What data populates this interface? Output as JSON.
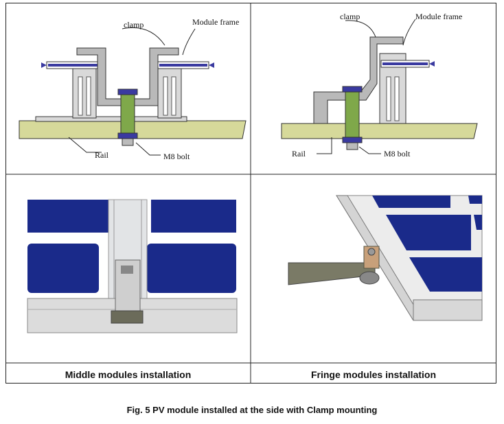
{
  "figure": {
    "caption": "Fig. 5    PV module installed at the side with Clamp mounting"
  },
  "panels": {
    "middle": {
      "label": "Middle modules installation",
      "callouts": {
        "clamp": "clamp",
        "module_frame": "Module frame",
        "rail": "Rail",
        "bolt": "M8 bolt"
      }
    },
    "fringe": {
      "label": "Fringe modules installation",
      "callouts": {
        "clamp": "clamp",
        "module_frame": "Module frame",
        "rail": "Rail",
        "bolt": "M8 bolt"
      }
    }
  },
  "colors": {
    "rail": "#d6d99a",
    "bolt": "#7fa84a",
    "clamp": "#b9b9b9",
    "frame": "#d9d9d9",
    "glass_blue": "#2a3a96",
    "cell_blue": "#1a2a8a",
    "washer": "#3a3aa0"
  }
}
